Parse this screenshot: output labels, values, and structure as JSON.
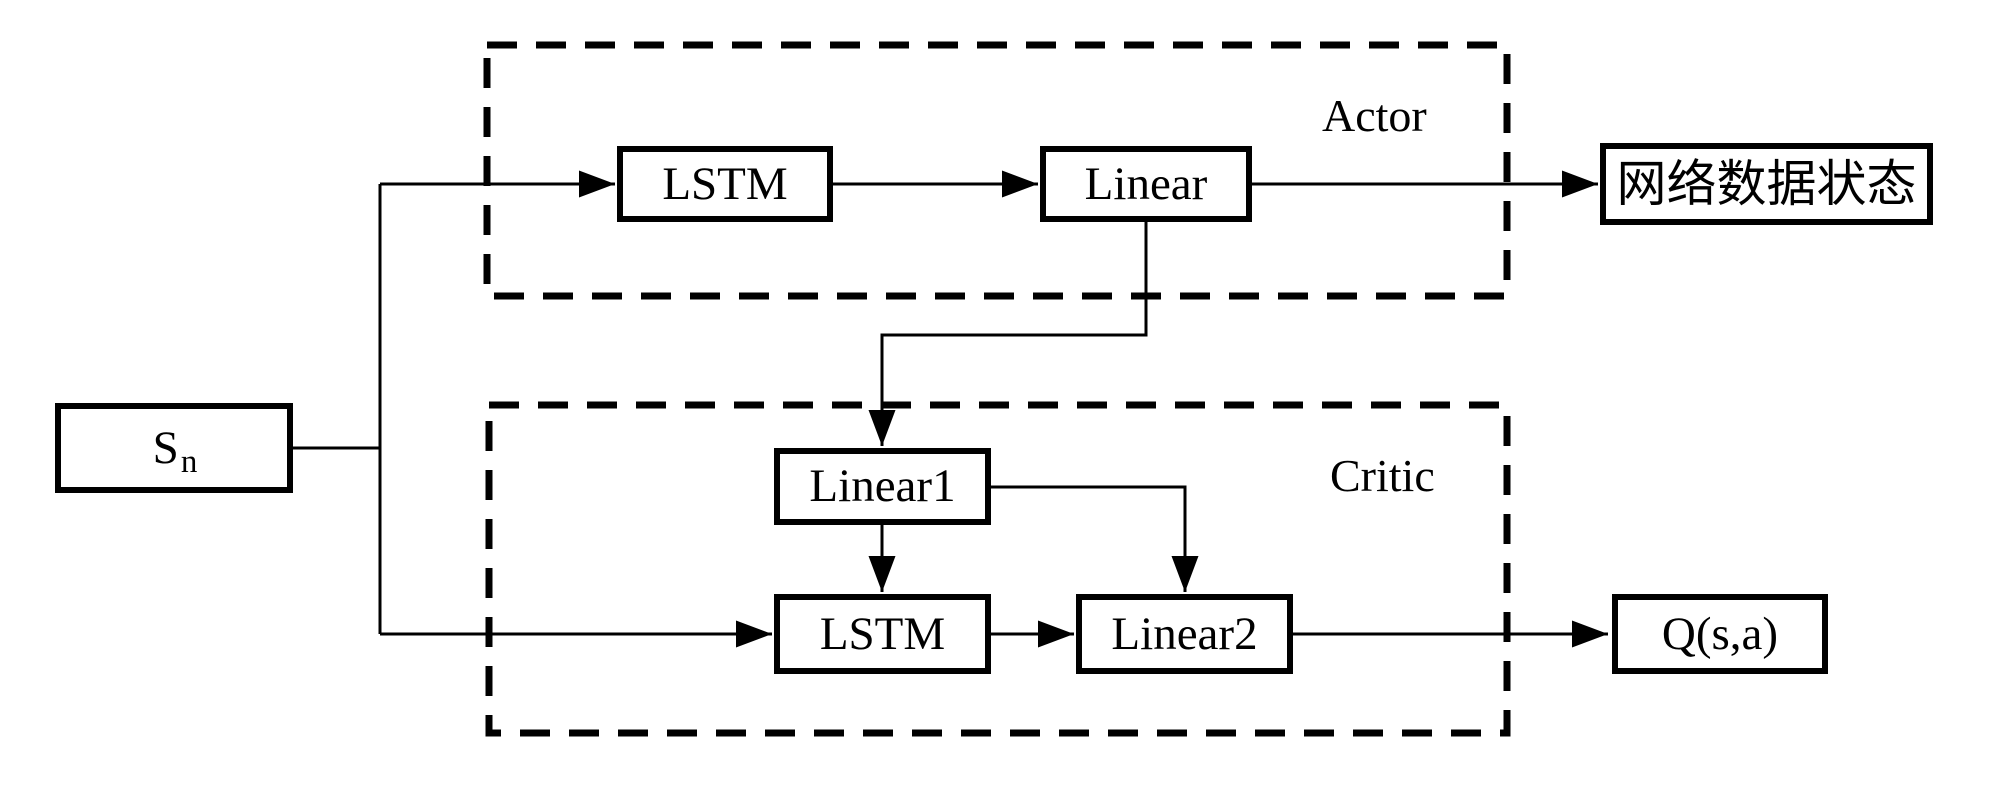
{
  "diagram": {
    "input_node": {
      "base": "S",
      "subscript": "n"
    },
    "actor": {
      "label": "Actor",
      "nodes": {
        "lstm": "LSTM",
        "linear": "Linear"
      }
    },
    "critic": {
      "label": "Critic",
      "nodes": {
        "linear1": "Linear1",
        "lstm": "LSTM",
        "linear2": "Linear2"
      }
    },
    "output_nodes": {
      "network_state": "网络数据状态",
      "q_value": "Q(s,a)"
    },
    "colors": {
      "stroke": "#000000",
      "background": "#ffffff",
      "box_fill": "#ffffff"
    }
  }
}
